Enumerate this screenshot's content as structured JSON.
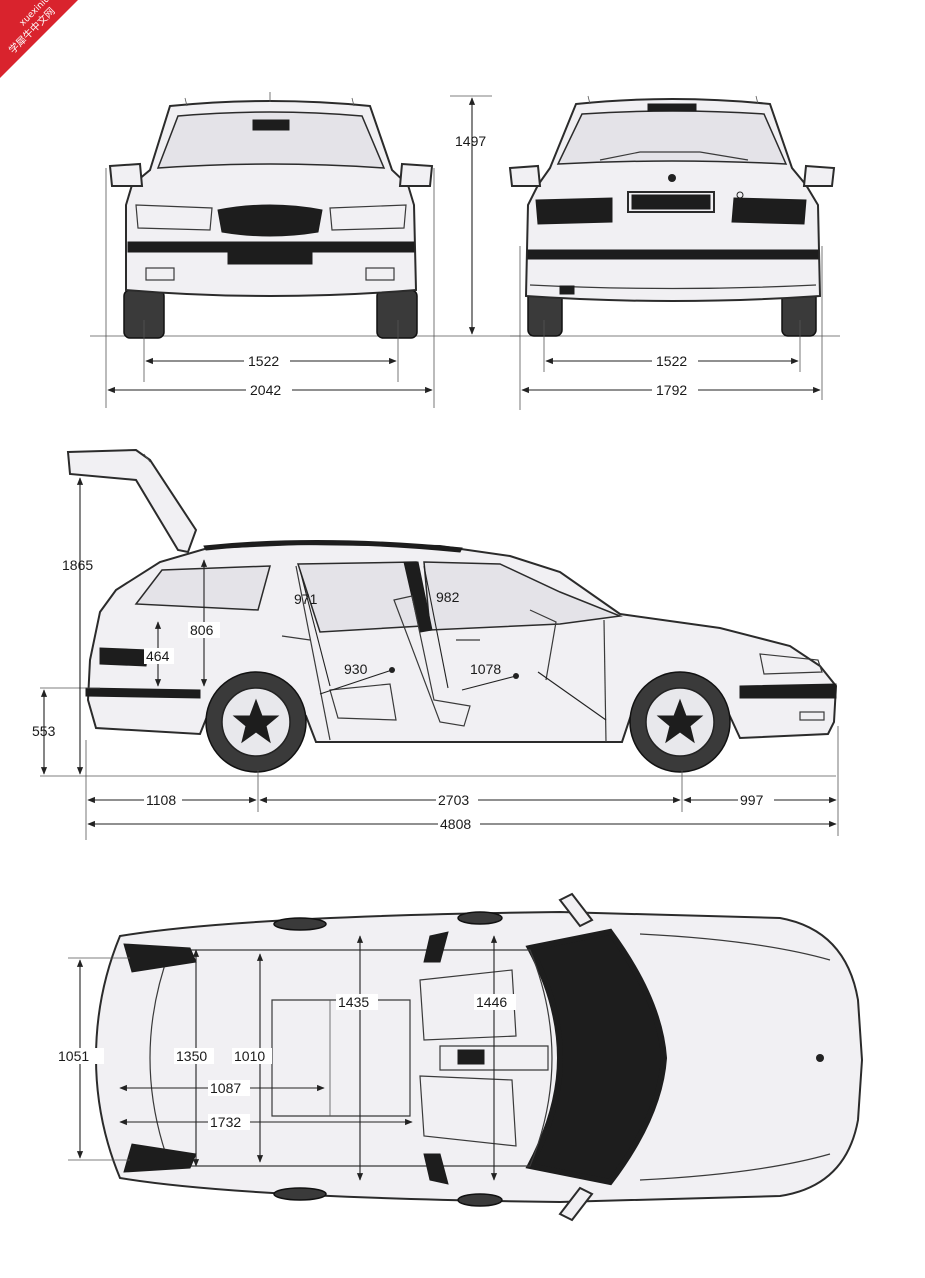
{
  "watermark": {
    "line1": "xuexiniu",
    "line2": "学犀牛中文网",
    "color": "#d9232d"
  },
  "front_view": {
    "height": "1497",
    "track": "1522",
    "width_mirrors": "2042"
  },
  "rear_view": {
    "track": "1522",
    "width": "1792"
  },
  "side_view": {
    "height_tailgate_open": "1865",
    "load_opening_height": "806",
    "rear_window_height": "464",
    "rear_headroom": "971",
    "front_headroom": "982",
    "rear_legroom": "930",
    "front_legroom": "1078",
    "load_sill_height": "553",
    "rear_overhang": "1108",
    "wheelbase": "2703",
    "front_overhang": "997",
    "length": "4808"
  },
  "top_view": {
    "load_width_max": "1350",
    "load_width_arches": "1010",
    "tailgate_width": "1051",
    "load_floor_length": "1087",
    "load_floor_length_folded": "1732",
    "rear_shoulder_width": "1435",
    "front_shoulder_width": "1446"
  },
  "colors": {
    "body_fill": "#f1f0f3",
    "outline": "#2b2b2b",
    "trim": "#1d1d1d"
  }
}
